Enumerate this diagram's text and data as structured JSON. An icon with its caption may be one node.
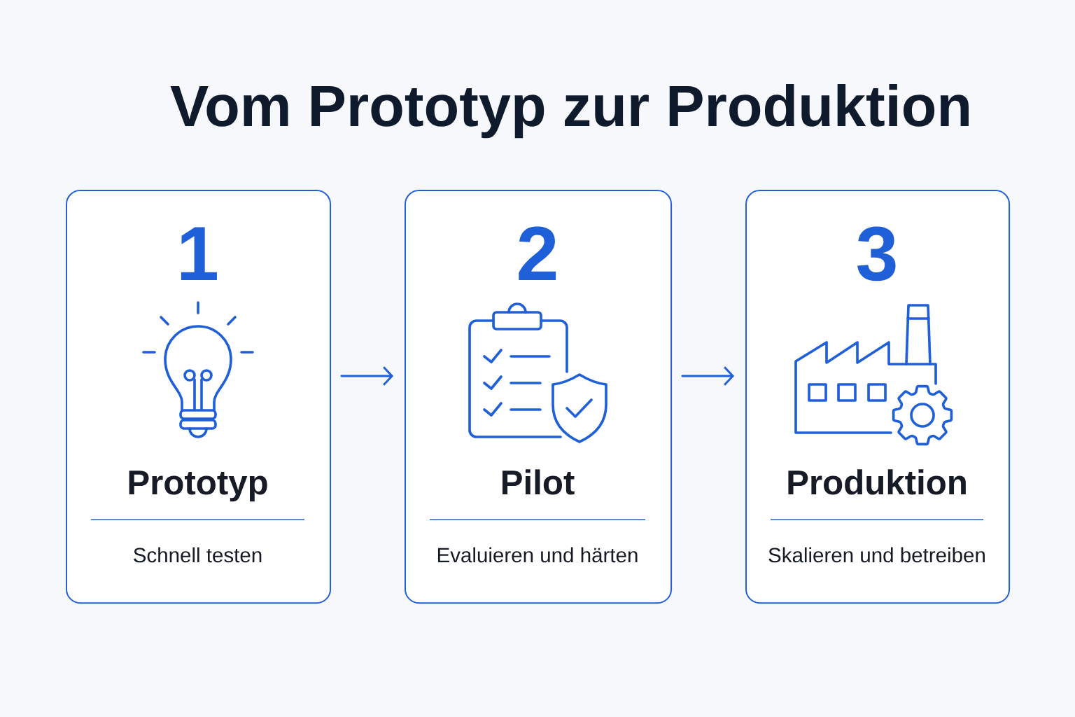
{
  "diagram": {
    "title": "Vom Prototyp zur Produktion",
    "nodes": [
      {
        "text": [
          "1",
          "Prototyp",
          "Schnell testen"
        ]
      },
      {
        "text": [
          "2",
          "Pilot",
          "Evaluieren und härten"
        ]
      },
      {
        "text": [
          "3",
          "Produktion",
          "Skalieren und betreiben"
        ]
      }
    ],
    "edges": [
      {
        "from": 0,
        "to": 1,
        "arrow": "to"
      },
      {
        "from": 1,
        "to": 2,
        "arrow": "to"
      }
    ]
  }
}
